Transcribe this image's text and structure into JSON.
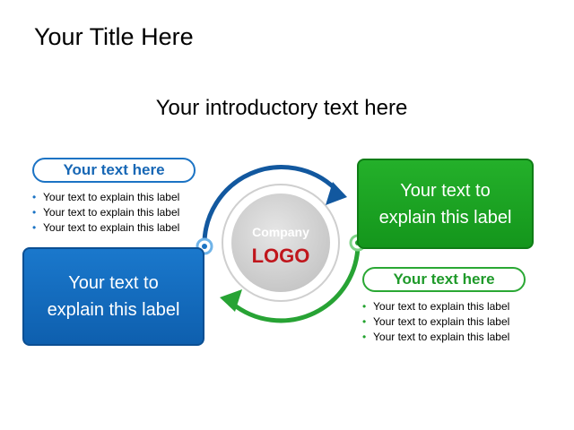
{
  "title": "Your Title Here",
  "intro": "Your introductory text here",
  "left_label": {
    "heading": "Your text here",
    "bullets": [
      "Your text to explain this label",
      "Your text to explain this label",
      "Your text to explain this label"
    ],
    "box_text": "Your text to\nexplain this label"
  },
  "right_label": {
    "heading": "Your text here",
    "bullets": [
      "Your text to explain this label",
      "Your text to explain this label",
      "Your text to explain this label"
    ],
    "box_text": "Your text to\nexplain this label"
  },
  "center": {
    "company": "Company",
    "logo": "LOGO"
  },
  "colors": {
    "blue": "#1b73c4",
    "green": "#2aa834",
    "logo_red": "#c0161c",
    "circle_gray": "#d9d9d9"
  }
}
